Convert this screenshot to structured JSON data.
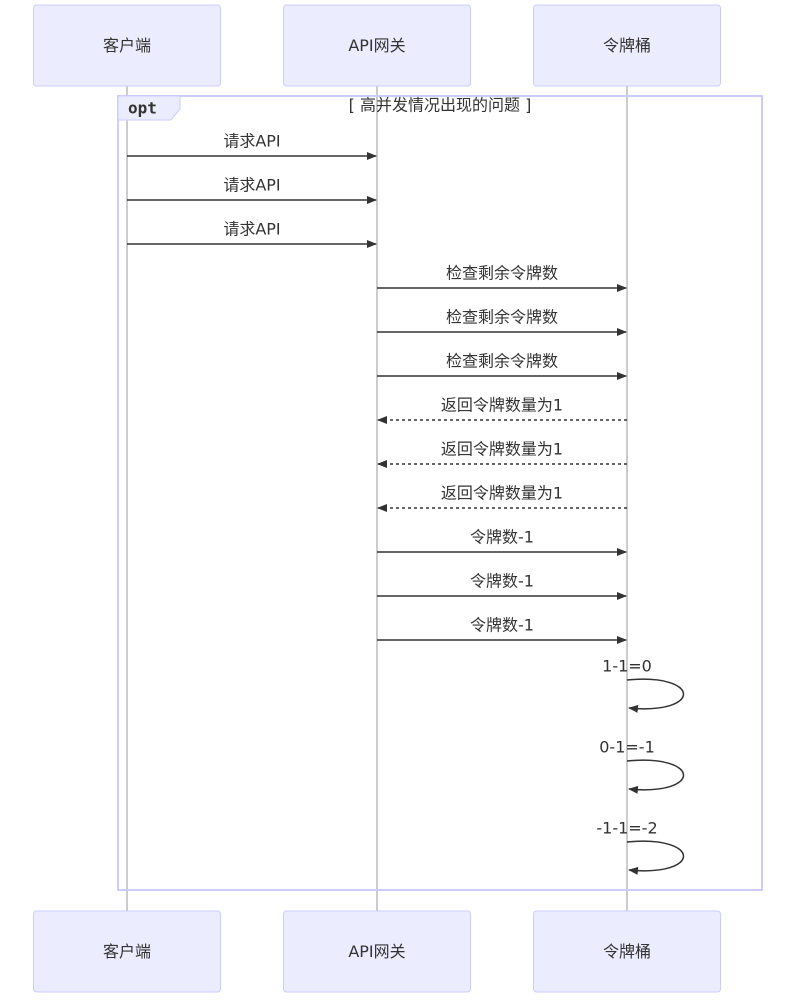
{
  "participants": [
    {
      "id": "client",
      "label": "客户端"
    },
    {
      "id": "gateway",
      "label": "API网关"
    },
    {
      "id": "bucket",
      "label": "令牌桶"
    }
  ],
  "fragment": {
    "type_label": "opt",
    "condition": "[ 高并发情况出现的问题 ]"
  },
  "messages": [
    {
      "from": "client",
      "to": "gateway",
      "text": "请求API",
      "style": "solid"
    },
    {
      "from": "client",
      "to": "gateway",
      "text": "请求API",
      "style": "solid"
    },
    {
      "from": "client",
      "to": "gateway",
      "text": "请求API",
      "style": "solid"
    },
    {
      "from": "gateway",
      "to": "bucket",
      "text": "检查剩余令牌数",
      "style": "solid"
    },
    {
      "from": "gateway",
      "to": "bucket",
      "text": "检查剩余令牌数",
      "style": "solid"
    },
    {
      "from": "gateway",
      "to": "bucket",
      "text": "检查剩余令牌数",
      "style": "solid"
    },
    {
      "from": "bucket",
      "to": "gateway",
      "text": "返回令牌数量为1",
      "style": "dashed"
    },
    {
      "from": "bucket",
      "to": "gateway",
      "text": "返回令牌数量为1",
      "style": "dashed"
    },
    {
      "from": "bucket",
      "to": "gateway",
      "text": "返回令牌数量为1",
      "style": "dashed"
    },
    {
      "from": "gateway",
      "to": "bucket",
      "text": "令牌数-1",
      "style": "solid"
    },
    {
      "from": "gateway",
      "to": "bucket",
      "text": "令牌数-1",
      "style": "solid"
    },
    {
      "from": "gateway",
      "to": "bucket",
      "text": "令牌数-1",
      "style": "solid"
    }
  ],
  "self_messages": [
    {
      "on": "bucket",
      "text": "1-1=0"
    },
    {
      "on": "bucket",
      "text": "0-1=-1"
    },
    {
      "on": "bucket",
      "text": "-1-1=-2"
    }
  ]
}
